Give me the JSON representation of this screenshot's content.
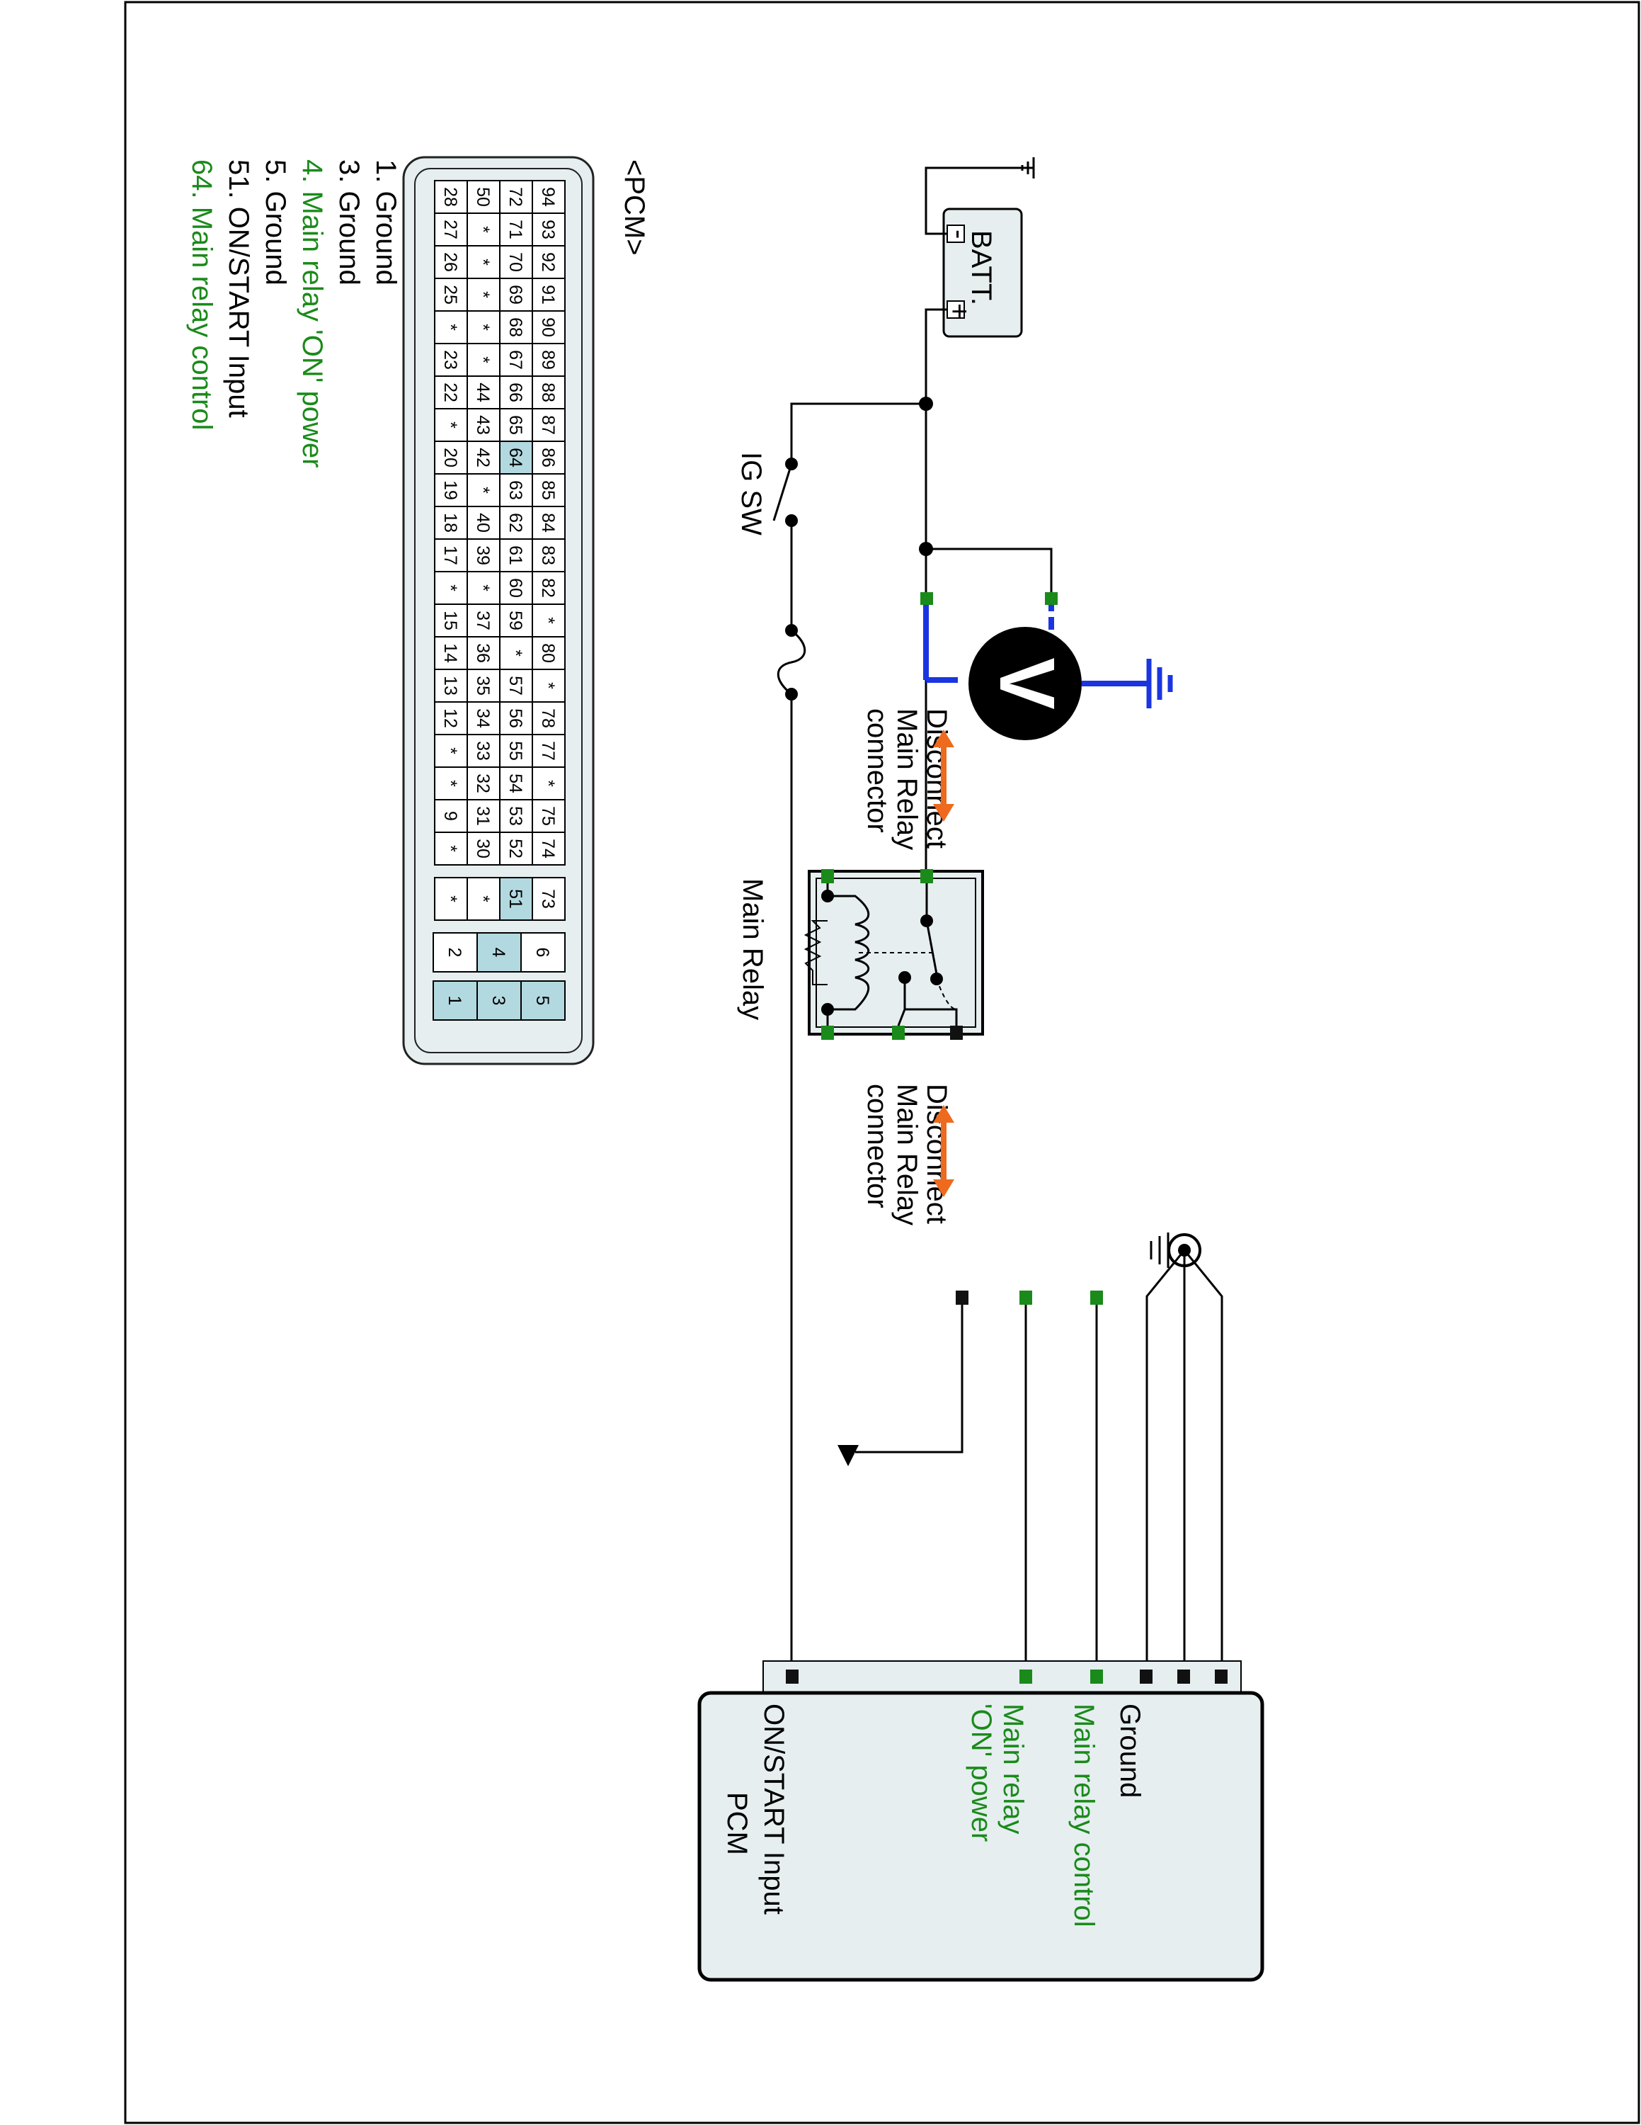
{
  "header": {
    "pcm_connector_title": "<PCM>"
  },
  "legend": [
    {
      "pin": "1",
      "text": "1. Ground",
      "color": "#000000"
    },
    {
      "pin": "3",
      "text": "3. Ground",
      "color": "#000000"
    },
    {
      "pin": "4",
      "text": "4. Main relay 'ON' power",
      "color": "#1a8a1a"
    },
    {
      "pin": "5",
      "text": "5. Ground",
      "color": "#000000"
    },
    {
      "pin": "51",
      "text": "51. ON/START Input",
      "color": "#000000"
    },
    {
      "pin": "64",
      "text": "64. Main relay control",
      "color": "#1a8a1a"
    }
  ],
  "connector": {
    "row_top": [
      "94",
      "93",
      "92",
      "91",
      "90",
      "89",
      "88",
      "87",
      "86",
      "85",
      "84",
      "83",
      "82",
      "*",
      "80",
      "*",
      "78",
      "77",
      "*",
      "75",
      "74"
    ],
    "row_2": [
      "72",
      "71",
      "70",
      "69",
      "68",
      "67",
      "66",
      "65",
      "64",
      "63",
      "62",
      "61",
      "60",
      "59",
      "*",
      "57",
      "56",
      "55",
      "54",
      "53",
      "52"
    ],
    "row_3": [
      "50",
      "*",
      "*",
      "*",
      "*",
      "*",
      "44",
      "43",
      "42",
      "*",
      "40",
      "39",
      "*",
      "37",
      "36",
      "35",
      "34",
      "33",
      "32",
      "31",
      "30"
    ],
    "row_bottom": [
      "28",
      "27",
      "26",
      "25",
      "*",
      "23",
      "22",
      "*",
      "20",
      "19",
      "18",
      "17",
      "*",
      "15",
      "14",
      "13",
      "12",
      "*",
      "*",
      "9",
      "*"
    ],
    "col_block": [
      "73",
      "51",
      "*",
      "*"
    ],
    "small_top": [
      "6",
      "4",
      "2"
    ],
    "small_bottom": [
      "5",
      "3",
      "1"
    ],
    "highlighted": [
      "64",
      "51",
      "4",
      "5",
      "3",
      "1"
    ],
    "highlight_color": "#b3d9e0"
  },
  "components": {
    "battery": {
      "label": "BATT.",
      "plus": "+",
      "minus": "-"
    },
    "ig_switch": {
      "label": "IG SW"
    },
    "main_relay": {
      "label": "Main Relay"
    },
    "voltmeter": {
      "symbol": "V"
    },
    "disconnect_left": [
      "Disconnect",
      "Main Relay",
      "connector"
    ],
    "disconnect_right": [
      "Disconnect",
      "Main Relay",
      "connector"
    ],
    "pcm": {
      "title": "PCM",
      "pins": [
        {
          "label": "ON/START Input",
          "color": "#000000"
        },
        {
          "label": "Main relay",
          "label2": "'ON' power",
          "color": "#1a8a1a"
        },
        {
          "label": "Main relay control",
          "color": "#1a8a1a"
        },
        {
          "label": "Ground",
          "color": "#000000"
        }
      ]
    }
  },
  "colors": {
    "wire": "#000000",
    "meter_lead": "#1a35e0",
    "arrow": "#ee6a1e",
    "pin_green": "#1a8a1a",
    "pin_black": "#111111",
    "pcm_fill": "#e6eef0"
  }
}
